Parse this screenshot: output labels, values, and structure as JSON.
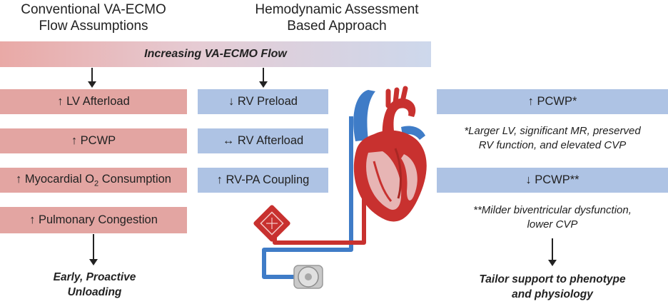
{
  "header": {
    "left_title_line1": "Conventional VA-ECMO",
    "left_title_line2": "Flow Assumptions",
    "center_title_line1": "Hemodynamic Assessment",
    "center_title_line2": "Based Approach"
  },
  "flow_bar": {
    "label": "Increasing VA-ECMO Flow"
  },
  "conventional": {
    "boxes": [
      {
        "label": "↑ LV Afterload"
      },
      {
        "label": "↑ PCWP"
      },
      {
        "label_prefix": "↑ Myocardial O",
        "label_sub": "2",
        "label_suffix": " Consumption"
      },
      {
        "label": "↑ Pulmonary Congestion"
      }
    ],
    "outcome_line1": "Early, Proactive",
    "outcome_line2": "Unloading"
  },
  "hemodynamic": {
    "boxes": [
      {
        "label": "↓ RV Preload"
      },
      {
        "label": "↔ RV Afterload"
      },
      {
        "label": "↑ RV-PA Coupling"
      }
    ]
  },
  "phenotypes": {
    "high": {
      "label": "↑ PCWP*",
      "note_line1": "*Larger LV, significant MR, preserved",
      "note_line2": "RV function, and elevated CVP"
    },
    "low": {
      "label": "↓ PCWP**",
      "note_line1": "**Milder biventricular dysfunction,",
      "note_line2": "lower CVP"
    },
    "outcome_line1": "Tailor support to phenotype",
    "outcome_line2": "and physiology"
  },
  "colors": {
    "red_box": "#e3a5a2",
    "blue_box": "#aec3e4",
    "heart_red": "#c8312f",
    "vessel_blue": "#3f7cc7"
  }
}
